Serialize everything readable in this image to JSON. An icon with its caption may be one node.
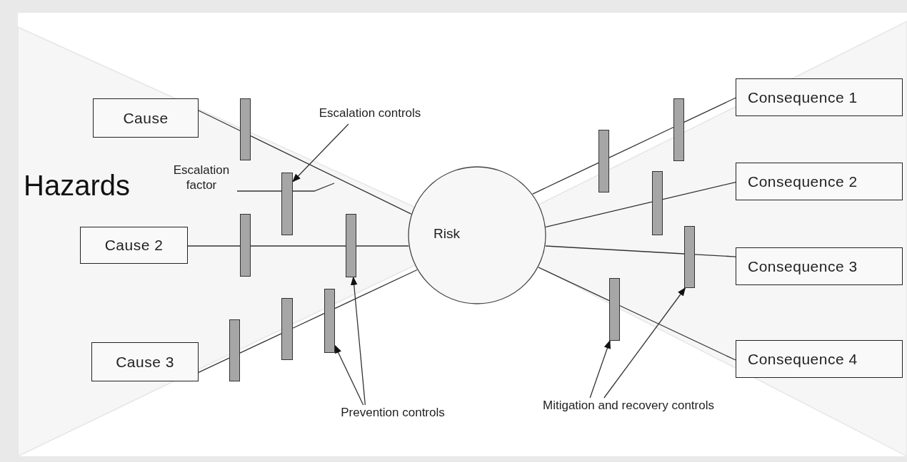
{
  "diagram": {
    "nodes": [
      {
        "text": [
          "Cause"
        ]
      },
      {
        "text": [
          "Cause 2"
        ]
      },
      {
        "text": [
          "Cause 3"
        ]
      },
      {
        "text": [
          "Risk"
        ]
      },
      {
        "text": [
          "Consequence 1"
        ]
      },
      {
        "text": [
          "Consequence 2"
        ]
      },
      {
        "text": [
          "Consequence 3"
        ]
      },
      {
        "text": [
          "Consequence 4"
        ]
      },
      {
        "text": [
          "Escalation factor"
        ]
      },
      {
        "text": [
          "Escalation controls"
        ]
      },
      {
        "text": [
          "Prevention controls"
        ]
      },
      {
        "text": [
          "Mitigation and recovery controls"
        ]
      },
      {
        "text": [],
        "shape": "bar"
      },
      {
        "text": [],
        "shape": "bar"
      },
      {
        "text": [],
        "shape": "bar"
      },
      {
        "text": [],
        "shape": "bar"
      },
      {
        "text": [],
        "shape": "bar"
      },
      {
        "text": [],
        "shape": "bar"
      },
      {
        "text": [],
        "shape": "bar"
      },
      {
        "text": [],
        "shape": "bar"
      },
      {
        "text": [],
        "shape": "bar"
      },
      {
        "text": [],
        "shape": "bar"
      },
      {
        "text": [],
        "shape": "bar"
      },
      {
        "text": [],
        "shape": "bar"
      }
    ],
    "edges": [
      {
        "from": 0,
        "to": 13,
        "arrow": "none"
      },
      {
        "from": 13,
        "to": 3,
        "arrow": "none"
      },
      {
        "from": 1,
        "to": 14,
        "arrow": "none"
      },
      {
        "from": 14,
        "to": 18,
        "arrow": "none"
      },
      {
        "from": 18,
        "to": 3,
        "arrow": "none"
      },
      {
        "from": 2,
        "to": 12,
        "arrow": "none"
      },
      {
        "from": 12,
        "to": 16,
        "arrow": "none"
      },
      {
        "from": 16,
        "to": 17,
        "arrow": "none"
      },
      {
        "from": 17,
        "to": 3,
        "arrow": "none"
      },
      {
        "from": 3,
        "to": 19,
        "arrow": "none"
      },
      {
        "from": 19,
        "to": 22,
        "arrow": "none"
      },
      {
        "from": 22,
        "to": 4,
        "arrow": "none"
      },
      {
        "from": 3,
        "to": 21,
        "arrow": "none"
      },
      {
        "from": 21,
        "to": 5,
        "arrow": "none"
      },
      {
        "from": 3,
        "to": 23,
        "arrow": "none"
      },
      {
        "from": 23,
        "to": 6,
        "arrow": "none"
      },
      {
        "from": 3,
        "to": 20,
        "arrow": "none"
      },
      {
        "from": 20,
        "to": 7,
        "arrow": "none"
      },
      {
        "from": 9,
        "to": 15,
        "arrow": "to"
      },
      {
        "from": 10,
        "to": 18,
        "arrow": "to"
      },
      {
        "from": 10,
        "to": 17,
        "arrow": "to"
      },
      {
        "from": 11,
        "to": 20,
        "arrow": "to"
      },
      {
        "from": 11,
        "to": 23,
        "arrow": "to"
      },
      {
        "from": 8,
        "to": 15,
        "arrow": "none"
      },
      {
        "from": 15,
        "to": null,
        "arrow": "none"
      }
    ],
    "labels": [
      "Hazards"
    ]
  }
}
